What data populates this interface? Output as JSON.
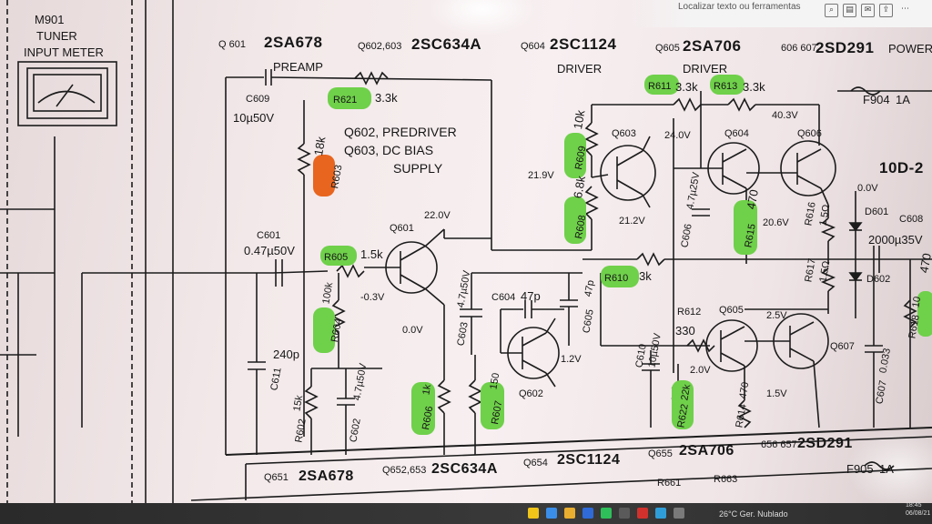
{
  "toolbar": {
    "search_text": "Localizar texto ou ferramentas",
    "icons": [
      "search-icon",
      "print-icon",
      "mail-icon",
      "share-icon",
      "more-icon"
    ]
  },
  "taskbar": {
    "weather": "26°C  Ger. Nublado",
    "time": "18:45",
    "date": "06/08/21"
  },
  "schematic": {
    "meter": {
      "ref": "M901",
      "line1": "TUNER",
      "line2": "INPUT METER"
    },
    "header": {
      "q601": {
        "ref": "Q 601",
        "part": "2SA678",
        "role": "PREAMP"
      },
      "q602": {
        "ref": "Q602,603",
        "part": "2SC634A"
      },
      "q604": {
        "ref": "Q604",
        "part": "2SC1124",
        "role": "DRIVER"
      },
      "q605": {
        "ref": "Q605",
        "part": "2SA706",
        "role": "DRIVER"
      },
      "q606": {
        "ref": "606 607",
        "part": "2SD291",
        "role": "POWER"
      }
    },
    "footer": {
      "q651": {
        "ref": "Q651",
        "part": "2SA678"
      },
      "q652": {
        "ref": "Q652,653",
        "part": "2SC634A"
      },
      "q654": {
        "ref": "Q654",
        "part": "2SC1124"
      },
      "q655": {
        "ref": "Q655",
        "part": "2SA706"
      },
      "q656": {
        "ref": "656 657",
        "part": "2SD291"
      }
    },
    "note": {
      "line1": "Q602, PREDRIVER",
      "line2": "Q603, DC BIAS",
      "line3": "SUPPLY"
    },
    "components": {
      "c609": {
        "ref": "C609",
        "value": "10µ50V"
      },
      "r621": {
        "ref": "R621",
        "value": "3.3k"
      },
      "r603": {
        "ref": "R603",
        "value": "18k"
      },
      "c601": {
        "ref": "C601",
        "value": "0.47µ50V"
      },
      "r605": {
        "ref": "R605",
        "value": "1.5k"
      },
      "r604": {
        "ref": "R604",
        "value": "100k"
      },
      "c611": {
        "ref": "C611",
        "value": "240p"
      },
      "r602": {
        "ref": "R602",
        "value": "15k"
      },
      "c602": {
        "ref": "C602",
        "value": "4.7µ50V"
      },
      "c603": {
        "ref": "C603",
        "value": "4.7µ50V"
      },
      "r606": {
        "ref": "R606",
        "value": "1k"
      },
      "r607": {
        "ref": "R607",
        "value": "150"
      },
      "c604": {
        "ref": "C604",
        "value": "47p"
      },
      "c605": {
        "ref": "C605",
        "value": "47p"
      },
      "r609": {
        "ref": "R609",
        "value": "10k"
      },
      "r608": {
        "ref": "R608",
        "value": "6.8k"
      },
      "r610": {
        "ref": "R610",
        "value": "3k"
      },
      "r611": {
        "ref": "R611",
        "value": "3.3k"
      },
      "r613": {
        "ref": "R613",
        "value": "3.3k"
      },
      "c606": {
        "ref": "C606",
        "value": "4.7µ25V"
      },
      "r615": {
        "ref": "R615",
        "value": "470"
      },
      "r616": {
        "ref": "R616",
        "value": "1.5Ω"
      },
      "r617": {
        "ref": "R617",
        "value": "1.5Ω"
      },
      "r612": {
        "ref": "R612",
        "value": "330"
      },
      "c610": {
        "ref": "C610",
        "value": "10µ50V"
      },
      "r622": {
        "ref": "R622",
        "value": "22k"
      },
      "r614": {
        "ref": "R614",
        "value": "470"
      },
      "c607": {
        "ref": "C607",
        "value": "0.033"
      },
      "r618": {
        "ref": "R618",
        "value": "10"
      },
      "c608": {
        "ref": "C608",
        "value": "2000µ35V"
      },
      "d601": {
        "ref": "D601",
        "value": "10D-2"
      },
      "d602": {
        "ref": "D602"
      },
      "f904": {
        "ref": "F904",
        "value": "1A"
      },
      "f905": {
        "ref": "F905",
        "value": "1A"
      },
      "r661": {
        "ref": "R661"
      },
      "r663": {
        "ref": "R663"
      },
      "edge470": {
        "value": "470"
      }
    },
    "transistors": {
      "q601": "Q601",
      "q602": "Q602",
      "q603": "Q603",
      "q604": "Q604",
      "q605": "Q605",
      "q606": "Q606",
      "q607": "Q607"
    },
    "voltages": {
      "v1": "22.0V",
      "v2": "-0.3V",
      "v3": "0.0V",
      "v4": "21.9V",
      "v5": "24.0V",
      "v6": "21.2V",
      "v7": "40.3V",
      "v8": "20.6V",
      "v9": "1.2V",
      "v10": "2.0V",
      "v11": "2.5V",
      "v12": "1.5V",
      "v13": "0.0V"
    },
    "highlights": {
      "green": "#6fd04a",
      "orange": "#e8651f"
    }
  }
}
